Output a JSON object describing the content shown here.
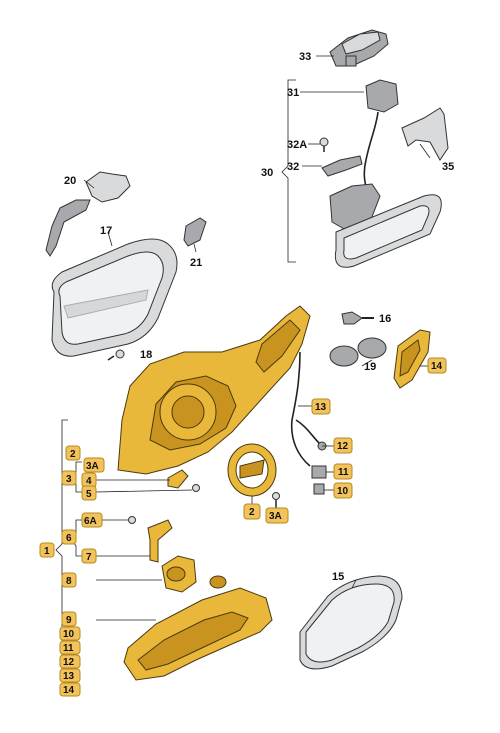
{
  "colors": {
    "badge_fill": "#f2c35c",
    "badge_border": "#b58a1e",
    "part_highlight": "#e9b73a"
  },
  "labels": {
    "l33": "33",
    "l31": "31",
    "l32A": "32A",
    "l32": "32",
    "l30": "30",
    "l35": "35",
    "l20": "20",
    "l17": "17",
    "l21": "21",
    "l18": "18",
    "l16": "16",
    "l19": "19",
    "l14": "14",
    "l13": "13",
    "l12": "12",
    "l11": "11",
    "l10": "10",
    "l2": "2",
    "l3A": "3A",
    "l3": "3",
    "l4": "4",
    "l5": "5",
    "l6A": "6A",
    "l6": "6",
    "l7": "7",
    "l1": "1",
    "l8": "8",
    "l9": "9",
    "l10b": "10",
    "l11b": "11",
    "l12b": "12",
    "l13b": "13",
    "l14b": "14",
    "l2b": "2",
    "l3Ab": "3A",
    "l15": "15"
  }
}
